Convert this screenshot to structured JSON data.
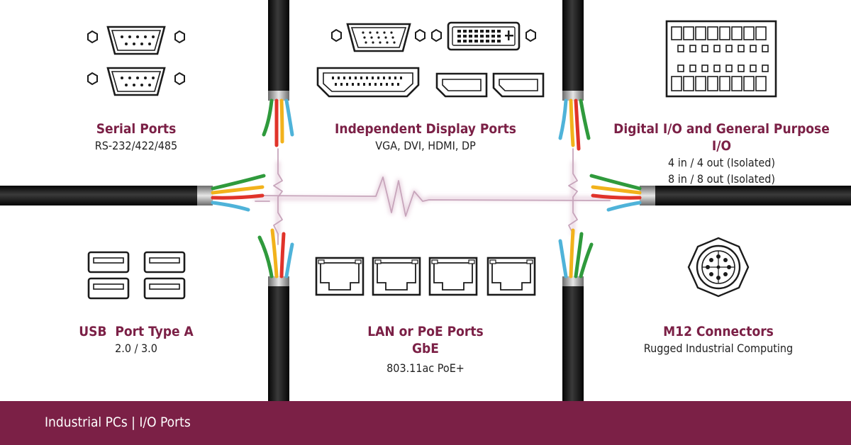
{
  "colors": {
    "brand": "#7b2046",
    "cable": "#1a1a1a",
    "signal": "#c8a0b8",
    "wire_red": "#e0332a",
    "wire_yellow": "#f2b21b",
    "wire_green": "#2f9a3c",
    "wire_blue": "#4fb3d9"
  },
  "ports": [
    {
      "title": "Serial Ports",
      "lines": [
        "RS-232/422/485"
      ],
      "icon": "db9-serial-connector-icon"
    },
    {
      "title": "Independent Display Ports",
      "lines": [
        "VGA, DVI, HDMI, DP"
      ],
      "icon": "display-connectors-icon"
    },
    {
      "title": "Digital I/O and General Purpose I/O",
      "lines": [
        "4 in / 4 out (Isolated)",
        "8 in / 8 out (Isolated)"
      ],
      "icon": "terminal-block-icon"
    },
    {
      "title": "USB  Port Type A",
      "lines": [
        "2.0 / 3.0"
      ],
      "icon": "usb-a-port-icon"
    },
    {
      "title": "LAN or PoE Ports",
      "title2": "GbE",
      "lines": [
        "803.11ac PoE+"
      ],
      "icon": "rj45-port-icon"
    },
    {
      "title": "M12 Connectors",
      "lines": [
        "Rugged Industrial Computing"
      ],
      "icon": "m12-connector-icon"
    }
  ],
  "footer": {
    "label": "Industrial PCs | I/O Ports"
  }
}
